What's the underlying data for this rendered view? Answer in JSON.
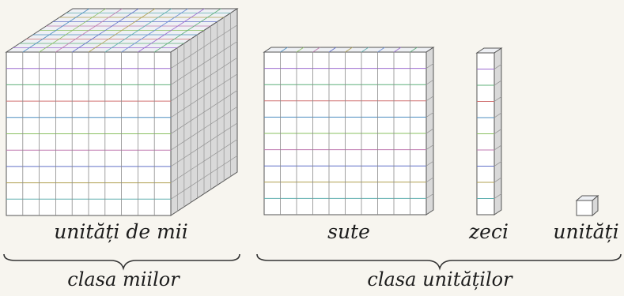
{
  "labels": {
    "thousands": "unități de mii",
    "hundreds": "sute",
    "tens": "zeci",
    "units": "unități"
  },
  "classes": {
    "thousands_class": "clasa miilor",
    "units_class": "clasa unităților"
  },
  "blocks": {
    "thousands_cube": {
      "cells_per_side": 10
    },
    "hundreds_flat": {
      "cells_per_side": 10
    },
    "tens_rod": {
      "cells": 10
    },
    "unit_cube": {
      "cells": 1
    }
  },
  "colors": {
    "grid_lines": [
      "#6b8fd6",
      "#9b6bd0",
      "#5fb07a",
      "#d07070",
      "#4f8fc0",
      "#8ac060",
      "#c07ab0",
      "#6070c8",
      "#b0a050",
      "#60b0b0"
    ],
    "face": "#ffffff",
    "side_shade": "#d9d9d9",
    "top_shade": "#eef0f4",
    "frame": "#555555"
  }
}
